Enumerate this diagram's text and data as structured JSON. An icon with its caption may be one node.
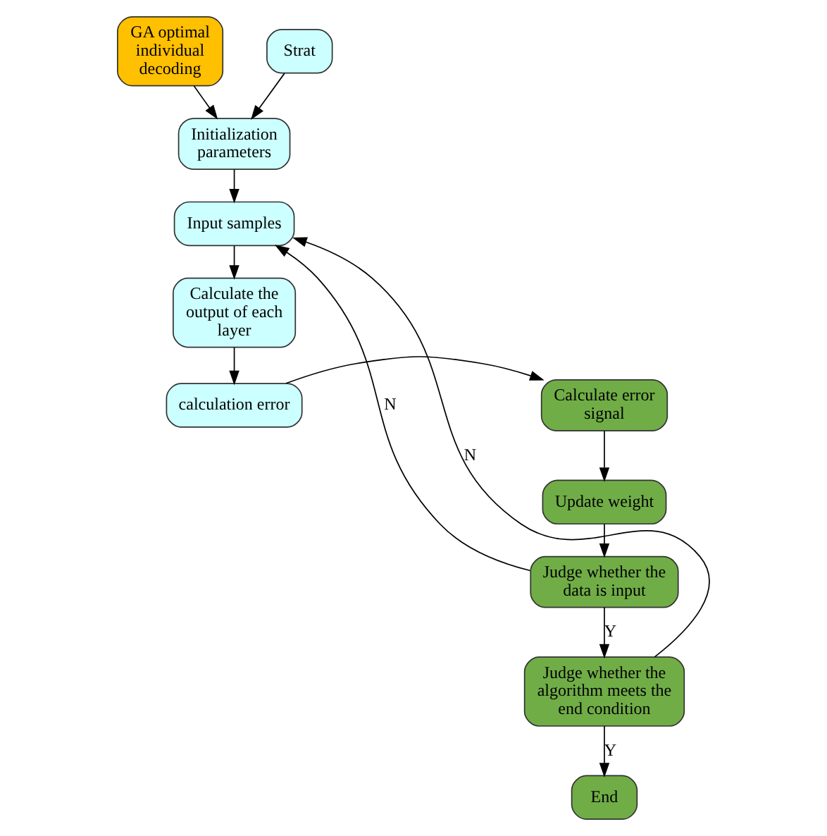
{
  "diagram": {
    "nodes": [
      {
        "text": [
          "GA optimal individual decoding"
        ]
      },
      {
        "text": [
          "Strat"
        ]
      },
      {
        "text": [
          "Initialization parameters"
        ]
      },
      {
        "text": [
          "Input samples"
        ]
      },
      {
        "text": [
          "Calculate the output of each layer"
        ]
      },
      {
        "text": [
          "calculation error"
        ]
      },
      {
        "text": [
          "Calculate error signal"
        ]
      },
      {
        "text": [
          "Update weight"
        ]
      },
      {
        "text": [
          "Judge whether the data is input"
        ]
      },
      {
        "text": [
          "Judge whether the algorithm meets the end condition"
        ]
      },
      {
        "text": [
          "End"
        ]
      }
    ],
    "edges": [
      {
        "from": 0,
        "to": 2,
        "arrow": "to"
      },
      {
        "from": 1,
        "to": 2,
        "arrow": "to"
      },
      {
        "from": 2,
        "to": 3,
        "arrow": "to"
      },
      {
        "from": 3,
        "to": 4,
        "arrow": "to"
      },
      {
        "from": 4,
        "to": 5,
        "arrow": "to"
      },
      {
        "from": 5,
        "to": 6,
        "arrow": "to"
      },
      {
        "from": 6,
        "to": 7,
        "arrow": "to"
      },
      {
        "from": 7,
        "to": 8,
        "arrow": "to"
      },
      {
        "from": 8,
        "to": 9,
        "label": "Y",
        "arrow": "to"
      },
      {
        "from": 9,
        "to": 10,
        "label": "Y",
        "arrow": "to"
      },
      {
        "from": 8,
        "to": 3,
        "label": "N",
        "arrow": "to"
      },
      {
        "from": 9,
        "to": 3,
        "label": "N",
        "arrow": "to"
      }
    ]
  }
}
